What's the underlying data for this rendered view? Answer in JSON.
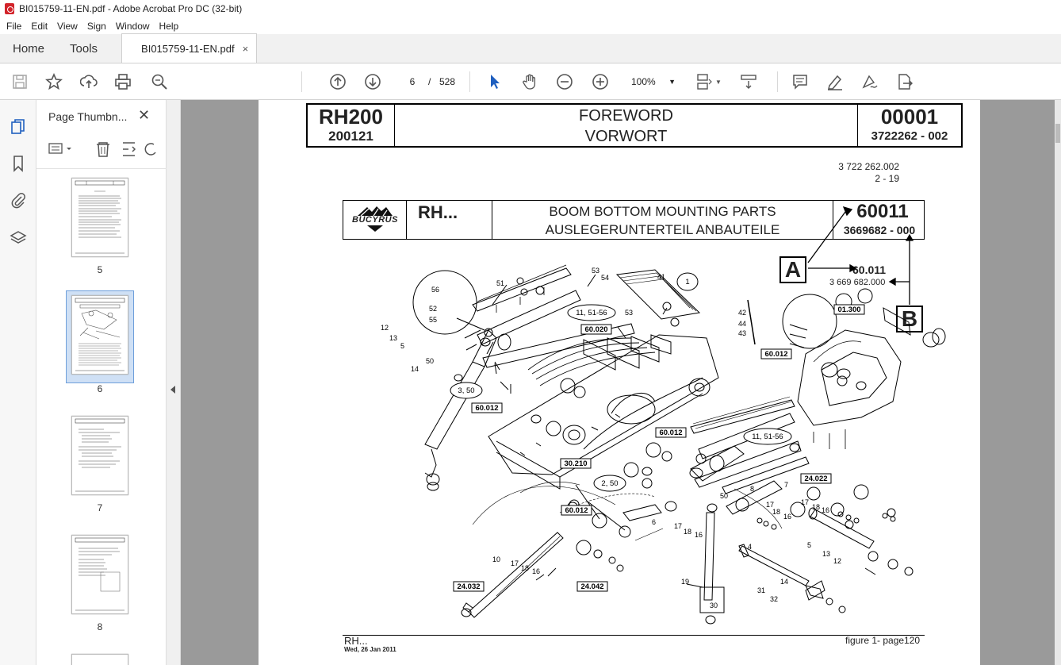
{
  "window": {
    "title": "BI015759-11-EN.pdf - Adobe Acrobat Pro DC (32-bit)"
  },
  "menu": [
    "File",
    "Edit",
    "View",
    "Sign",
    "Window",
    "Help"
  ],
  "tabs": {
    "home": "Home",
    "tools": "Tools",
    "document": "BI015759-11-EN.pdf",
    "close": "×"
  },
  "toolbar": {
    "page_current": "6",
    "page_sep": "/",
    "page_total": "528",
    "zoom": "100%",
    "icons": [
      "save-icon",
      "bookmark-star-icon",
      "upload-icon",
      "print-icon",
      "zoom-search-icon",
      "page-up-icon",
      "page-down-icon",
      "select-arrow-icon",
      "hand-icon",
      "zoom-out-icon",
      "zoom-in-icon",
      "fit-page-icon",
      "scroll-mode-icon",
      "comment-icon",
      "highlight-icon",
      "sign-icon",
      "export-icon"
    ]
  },
  "panel": {
    "title": "Page Thumbn...",
    "close": "✕",
    "thumbnails": [
      {
        "label": "5",
        "selected": false
      },
      {
        "label": "6",
        "selected": true
      },
      {
        "label": "7",
        "selected": false
      },
      {
        "label": "8",
        "selected": false
      }
    ]
  },
  "document": {
    "header": {
      "model": "RH200",
      "model_code": "200121",
      "title_en": "FOREWORD",
      "title_de": "VORWORT",
      "number": "00001",
      "part_no": "3722262  - 002"
    },
    "ref_line1": "3 722 262.002",
    "ref_line2": "2 - 19",
    "inner": {
      "brand": "BUCYRUS",
      "model": "RH...",
      "desc_en": "BOOM BOTTOM MOUNTING PARTS",
      "desc_de": "AUSLEGERUNTERTEIL ANBAUTEILE",
      "number": "60011",
      "part_no": "3669682  - 000"
    },
    "annotation_a": "A",
    "annotation_b": "B",
    "ann_a_value": "60.011",
    "ann_b_value": "3 669 682.000",
    "callouts": {
      "c51": "51",
      "c53a": "53",
      "c54": "54",
      "c53b": "53",
      "c41": "41",
      "c1": "1",
      "c56": "56",
      "c52": "52",
      "c55": "55",
      "c12": "12",
      "c13": "13",
      "c5": "5",
      "c14": "14",
      "c50": "50",
      "c42": "42",
      "c44": "44",
      "c43": "43",
      "g1156a": "11, 51-56",
      "b60020": "60.020",
      "b01300": "01.300",
      "b60012a": "60.012",
      "g350": "3, 50",
      "b60012b": "60.012",
      "b60012c": "60.012",
      "g1156b": "11, 51-56",
      "b30210": "30.210",
      "g250": "2, 50",
      "b24022": "24.022",
      "b60012d": "60.012",
      "b24032": "24.032",
      "b24042": "24.042",
      "r7a": "7",
      "r8": "8",
      "r17a": "17",
      "r18a": "18",
      "r16a": "16",
      "r17b": "17",
      "r18b": "18",
      "r16b": "16",
      "r50": "50",
      "r6": "6",
      "r17c": "17",
      "r18c": "18",
      "r16c": "16",
      "r4": "4",
      "r5": "5",
      "r13": "13",
      "r12": "12",
      "r14": "14",
      "r10": "10",
      "r17d": "17",
      "r18d": "18",
      "r16d": "16",
      "r19": "19",
      "r30": "30",
      "r31": "31",
      "r32": "32"
    },
    "footer": {
      "left": "RH...",
      "date": "Wed, 26 Jan 2011",
      "right": "figure  1- page120"
    }
  }
}
